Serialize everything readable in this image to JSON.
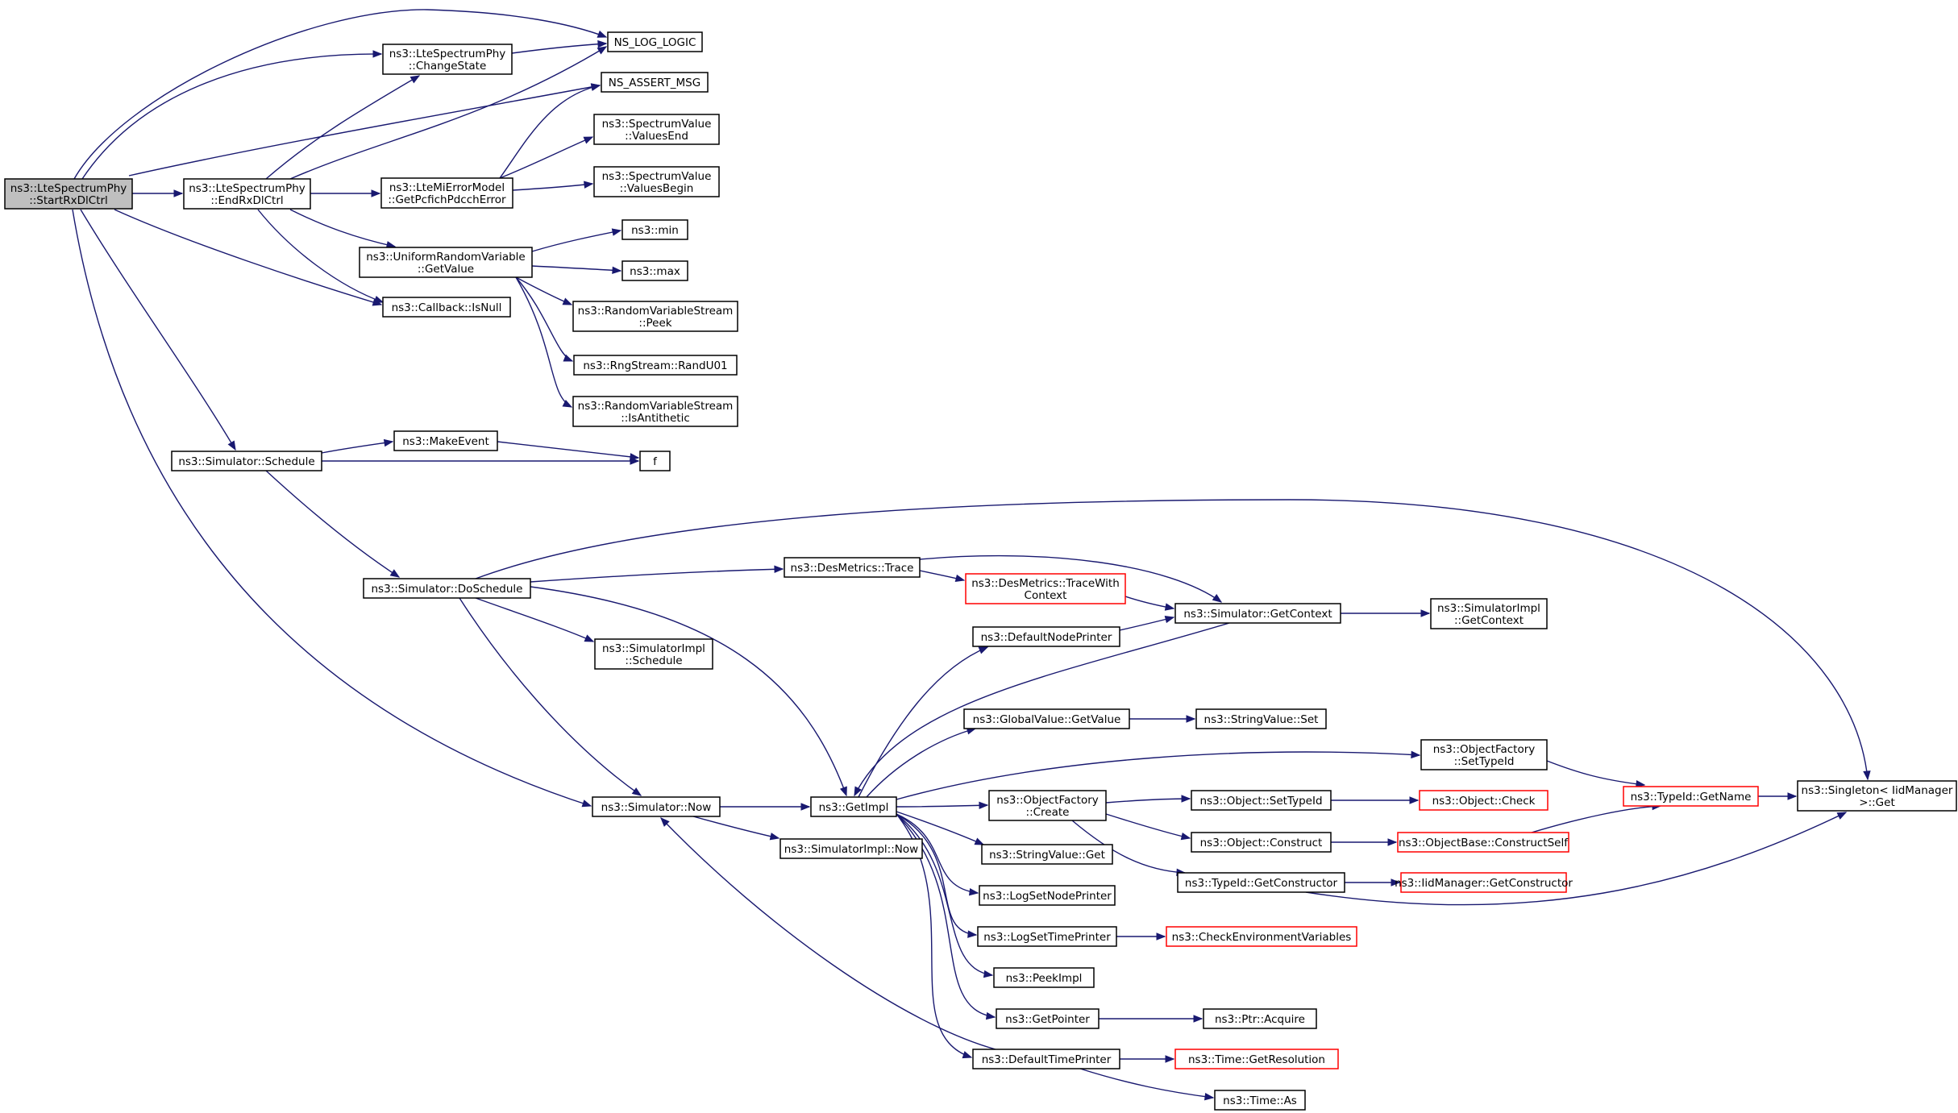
{
  "colors": {
    "edge": "#191970",
    "node_fill": "#ffffff",
    "node_border": "#000000",
    "node_border_incomplete": "#ff0000",
    "root_fill": "#bfbfbf"
  },
  "nodes": [
    {
      "id": "StartRxDlCtrl",
      "lines": [
        "ns3::LteSpectrumPhy",
        "::StartRxDlCtrl"
      ],
      "style": "root"
    },
    {
      "id": "NS_LOG_LOGIC",
      "lines": [
        "NS_LOG_LOGIC"
      ],
      "style": "normal"
    },
    {
      "id": "ChangeState",
      "lines": [
        "ns3::LteSpectrumPhy",
        "::ChangeState"
      ],
      "style": "normal"
    },
    {
      "id": "NS_ASSERT_MSG",
      "lines": [
        "NS_ASSERT_MSG"
      ],
      "style": "normal"
    },
    {
      "id": "EndRxDlCtrl",
      "lines": [
        "ns3::LteSpectrumPhy",
        "::EndRxDlCtrl"
      ],
      "style": "normal"
    },
    {
      "id": "ValuesEnd",
      "lines": [
        "ns3::SpectrumValue",
        "::ValuesEnd"
      ],
      "style": "normal"
    },
    {
      "id": "GetPcfich",
      "lines": [
        "ns3::LteMiErrorModel",
        "::GetPcfichPdcchError"
      ],
      "style": "normal"
    },
    {
      "id": "ValuesBegin",
      "lines": [
        "ns3::SpectrumValue",
        "::ValuesBegin"
      ],
      "style": "normal"
    },
    {
      "id": "min",
      "lines": [
        "ns3::min"
      ],
      "style": "normal"
    },
    {
      "id": "UrvGetValue",
      "lines": [
        "ns3::UniformRandomVariable",
        "::GetValue"
      ],
      "style": "normal"
    },
    {
      "id": "max",
      "lines": [
        "ns3::max"
      ],
      "style": "normal"
    },
    {
      "id": "IsNull",
      "lines": [
        "ns3::Callback::IsNull"
      ],
      "style": "normal"
    },
    {
      "id": "Peek",
      "lines": [
        "ns3::RandomVariableStream",
        "::Peek"
      ],
      "style": "normal"
    },
    {
      "id": "RandU01",
      "lines": [
        "ns3::RngStream::RandU01"
      ],
      "style": "normal"
    },
    {
      "id": "IsAntithetic",
      "lines": [
        "ns3::RandomVariableStream",
        "::IsAntithetic"
      ],
      "style": "normal"
    },
    {
      "id": "MakeEvent",
      "lines": [
        "ns3::MakeEvent"
      ],
      "style": "normal"
    },
    {
      "id": "Schedule",
      "lines": [
        "ns3::Simulator::Schedule"
      ],
      "style": "normal"
    },
    {
      "id": "f",
      "lines": [
        "f"
      ],
      "style": "normal"
    },
    {
      "id": "DoSchedule",
      "lines": [
        "ns3::Simulator::DoSchedule"
      ],
      "style": "normal"
    },
    {
      "id": "DesTrace",
      "lines": [
        "ns3::DesMetrics::Trace"
      ],
      "style": "normal"
    },
    {
      "id": "TraceWithContext",
      "lines": [
        "ns3::DesMetrics::TraceWith",
        "Context"
      ],
      "style": "incomplete"
    },
    {
      "id": "SimGetContext",
      "lines": [
        "ns3::Simulator::GetContext"
      ],
      "style": "normal"
    },
    {
      "id": "ImplGetContext",
      "lines": [
        "ns3::SimulatorImpl",
        "::GetContext"
      ],
      "style": "normal"
    },
    {
      "id": "DefaultNodePrinter",
      "lines": [
        "ns3::DefaultNodePrinter"
      ],
      "style": "normal"
    },
    {
      "id": "ImplSchedule",
      "lines": [
        "ns3::SimulatorImpl",
        "::Schedule"
      ],
      "style": "normal"
    },
    {
      "id": "GlobalGetValue",
      "lines": [
        "ns3::GlobalValue::GetValue"
      ],
      "style": "normal"
    },
    {
      "id": "StringSet",
      "lines": [
        "ns3::StringValue::Set"
      ],
      "style": "normal"
    },
    {
      "id": "OFSetTypeId",
      "lines": [
        "ns3::ObjectFactory",
        "::SetTypeId"
      ],
      "style": "normal"
    },
    {
      "id": "SingletonGet",
      "lines": [
        "ns3::Singleton< IidManager",
        " >::Get"
      ],
      "style": "normal"
    },
    {
      "id": "TypeIdGetName",
      "lines": [
        "ns3::TypeId::GetName"
      ],
      "style": "incomplete"
    },
    {
      "id": "SimNow",
      "lines": [
        "ns3::Simulator::Now"
      ],
      "style": "normal"
    },
    {
      "id": "GetImpl",
      "lines": [
        "ns3::GetImpl"
      ],
      "style": "normal"
    },
    {
      "id": "OFCreate",
      "lines": [
        "ns3::ObjectFactory",
        "::Create"
      ],
      "style": "normal"
    },
    {
      "id": "ObjSetTypeId",
      "lines": [
        "ns3::Object::SetTypeId"
      ],
      "style": "normal"
    },
    {
      "id": "ObjCheck",
      "lines": [
        "ns3::Object::Check"
      ],
      "style": "incomplete"
    },
    {
      "id": "ImplNow",
      "lines": [
        "ns3::SimulatorImpl::Now"
      ],
      "style": "normal"
    },
    {
      "id": "ObjConstruct",
      "lines": [
        "ns3::Object::Construct"
      ],
      "style": "normal"
    },
    {
      "id": "ConstructSelf",
      "lines": [
        "ns3::ObjectBase::ConstructSelf"
      ],
      "style": "incomplete"
    },
    {
      "id": "StringGet",
      "lines": [
        "ns3::StringValue::Get"
      ],
      "style": "normal"
    },
    {
      "id": "GetConstructor",
      "lines": [
        "ns3::TypeId::GetConstructor"
      ],
      "style": "normal"
    },
    {
      "id": "IidGetConstructor",
      "lines": [
        "ns3::IidManager::GetConstructor"
      ],
      "style": "incomplete"
    },
    {
      "id": "LogSetNodePrinter",
      "lines": [
        "ns3::LogSetNodePrinter"
      ],
      "style": "normal"
    },
    {
      "id": "LogSetTimePrinter",
      "lines": [
        "ns3::LogSetTimePrinter"
      ],
      "style": "normal"
    },
    {
      "id": "CheckEnv",
      "lines": [
        "ns3::CheckEnvironmentVariables"
      ],
      "style": "incomplete"
    },
    {
      "id": "PeekImpl",
      "lines": [
        "ns3::PeekImpl"
      ],
      "style": "normal"
    },
    {
      "id": "GetPointer",
      "lines": [
        "ns3::GetPointer"
      ],
      "style": "normal"
    },
    {
      "id": "PtrAcquire",
      "lines": [
        "ns3::Ptr::Acquire"
      ],
      "style": "normal"
    },
    {
      "id": "DefaultTimePrinter",
      "lines": [
        "ns3::DefaultTimePrinter"
      ],
      "style": "normal"
    },
    {
      "id": "GetResolution",
      "lines": [
        "ns3::Time::GetResolution"
      ],
      "style": "incomplete"
    },
    {
      "id": "TimeAs",
      "lines": [
        "ns3::Time::As"
      ],
      "style": "normal"
    }
  ],
  "edges": [
    {
      "from": "StartRxDlCtrl",
      "to": "NS_LOG_LOGIC"
    },
    {
      "from": "StartRxDlCtrl",
      "to": "ChangeState"
    },
    {
      "from": "StartRxDlCtrl",
      "to": "NS_ASSERT_MSG"
    },
    {
      "from": "StartRxDlCtrl",
      "to": "EndRxDlCtrl"
    },
    {
      "from": "StartRxDlCtrl",
      "to": "IsNull"
    },
    {
      "from": "StartRxDlCtrl",
      "to": "Schedule"
    },
    {
      "from": "StartRxDlCtrl",
      "to": "SimNow"
    },
    {
      "from": "ChangeState",
      "to": "NS_LOG_LOGIC"
    },
    {
      "from": "EndRxDlCtrl",
      "to": "ChangeState"
    },
    {
      "from": "EndRxDlCtrl",
      "to": "NS_LOG_LOGIC"
    },
    {
      "from": "EndRxDlCtrl",
      "to": "GetPcfich"
    },
    {
      "from": "EndRxDlCtrl",
      "to": "UrvGetValue"
    },
    {
      "from": "EndRxDlCtrl",
      "to": "IsNull"
    },
    {
      "from": "GetPcfich",
      "to": "NS_ASSERT_MSG"
    },
    {
      "from": "GetPcfich",
      "to": "ValuesEnd"
    },
    {
      "from": "GetPcfich",
      "to": "ValuesBegin"
    },
    {
      "from": "UrvGetValue",
      "to": "min"
    },
    {
      "from": "UrvGetValue",
      "to": "max"
    },
    {
      "from": "UrvGetValue",
      "to": "Peek"
    },
    {
      "from": "UrvGetValue",
      "to": "RandU01"
    },
    {
      "from": "UrvGetValue",
      "to": "IsAntithetic"
    },
    {
      "from": "Schedule",
      "to": "MakeEvent"
    },
    {
      "from": "Schedule",
      "to": "f"
    },
    {
      "from": "Schedule",
      "to": "DoSchedule"
    },
    {
      "from": "MakeEvent",
      "to": "f"
    },
    {
      "from": "DoSchedule",
      "to": "SingletonGet"
    },
    {
      "from": "DoSchedule",
      "to": "DesTrace"
    },
    {
      "from": "DoSchedule",
      "to": "ImplSchedule"
    },
    {
      "from": "DoSchedule",
      "to": "GetImpl"
    },
    {
      "from": "DoSchedule",
      "to": "SimNow"
    },
    {
      "from": "DesTrace",
      "to": "TraceWithContext"
    },
    {
      "from": "DesTrace",
      "to": "SimGetContext"
    },
    {
      "from": "TraceWithContext",
      "to": "SimGetContext"
    },
    {
      "from": "SimGetContext",
      "to": "ImplGetContext"
    },
    {
      "from": "SimGetContext",
      "to": "GetImpl"
    },
    {
      "from": "DefaultNodePrinter",
      "to": "SimGetContext"
    },
    {
      "from": "GlobalGetValue",
      "to": "StringSet"
    },
    {
      "from": "OFSetTypeId",
      "to": "TypeIdGetName"
    },
    {
      "from": "TypeIdGetName",
      "to": "SingletonGet"
    },
    {
      "from": "SimNow",
      "to": "GetImpl"
    },
    {
      "from": "SimNow",
      "to": "ImplNow"
    },
    {
      "from": "GetImpl",
      "to": "DefaultNodePrinter"
    },
    {
      "from": "GetImpl",
      "to": "GlobalGetValue"
    },
    {
      "from": "GetImpl",
      "to": "OFSetTypeId"
    },
    {
      "from": "GetImpl",
      "to": "OFCreate"
    },
    {
      "from": "GetImpl",
      "to": "StringGet"
    },
    {
      "from": "GetImpl",
      "to": "LogSetNodePrinter"
    },
    {
      "from": "GetImpl",
      "to": "LogSetTimePrinter"
    },
    {
      "from": "GetImpl",
      "to": "PeekImpl"
    },
    {
      "from": "GetImpl",
      "to": "GetPointer"
    },
    {
      "from": "GetImpl",
      "to": "DefaultTimePrinter"
    },
    {
      "from": "OFCreate",
      "to": "ObjSetTypeId"
    },
    {
      "from": "OFCreate",
      "to": "ObjConstruct"
    },
    {
      "from": "OFCreate",
      "to": "GetConstructor"
    },
    {
      "from": "ObjSetTypeId",
      "to": "ObjCheck"
    },
    {
      "from": "ObjConstruct",
      "to": "ConstructSelf"
    },
    {
      "from": "ConstructSelf",
      "to": "TypeIdGetName"
    },
    {
      "from": "GetConstructor",
      "to": "IidGetConstructor"
    },
    {
      "from": "GetConstructor",
      "to": "SingletonGet"
    },
    {
      "from": "LogSetTimePrinter",
      "to": "CheckEnv"
    },
    {
      "from": "GetPointer",
      "to": "PtrAcquire"
    },
    {
      "from": "DefaultTimePrinter",
      "to": "SimNow"
    },
    {
      "from": "DefaultTimePrinter",
      "to": "GetResolution"
    },
    {
      "from": "DefaultTimePrinter",
      "to": "TimeAs"
    }
  ]
}
